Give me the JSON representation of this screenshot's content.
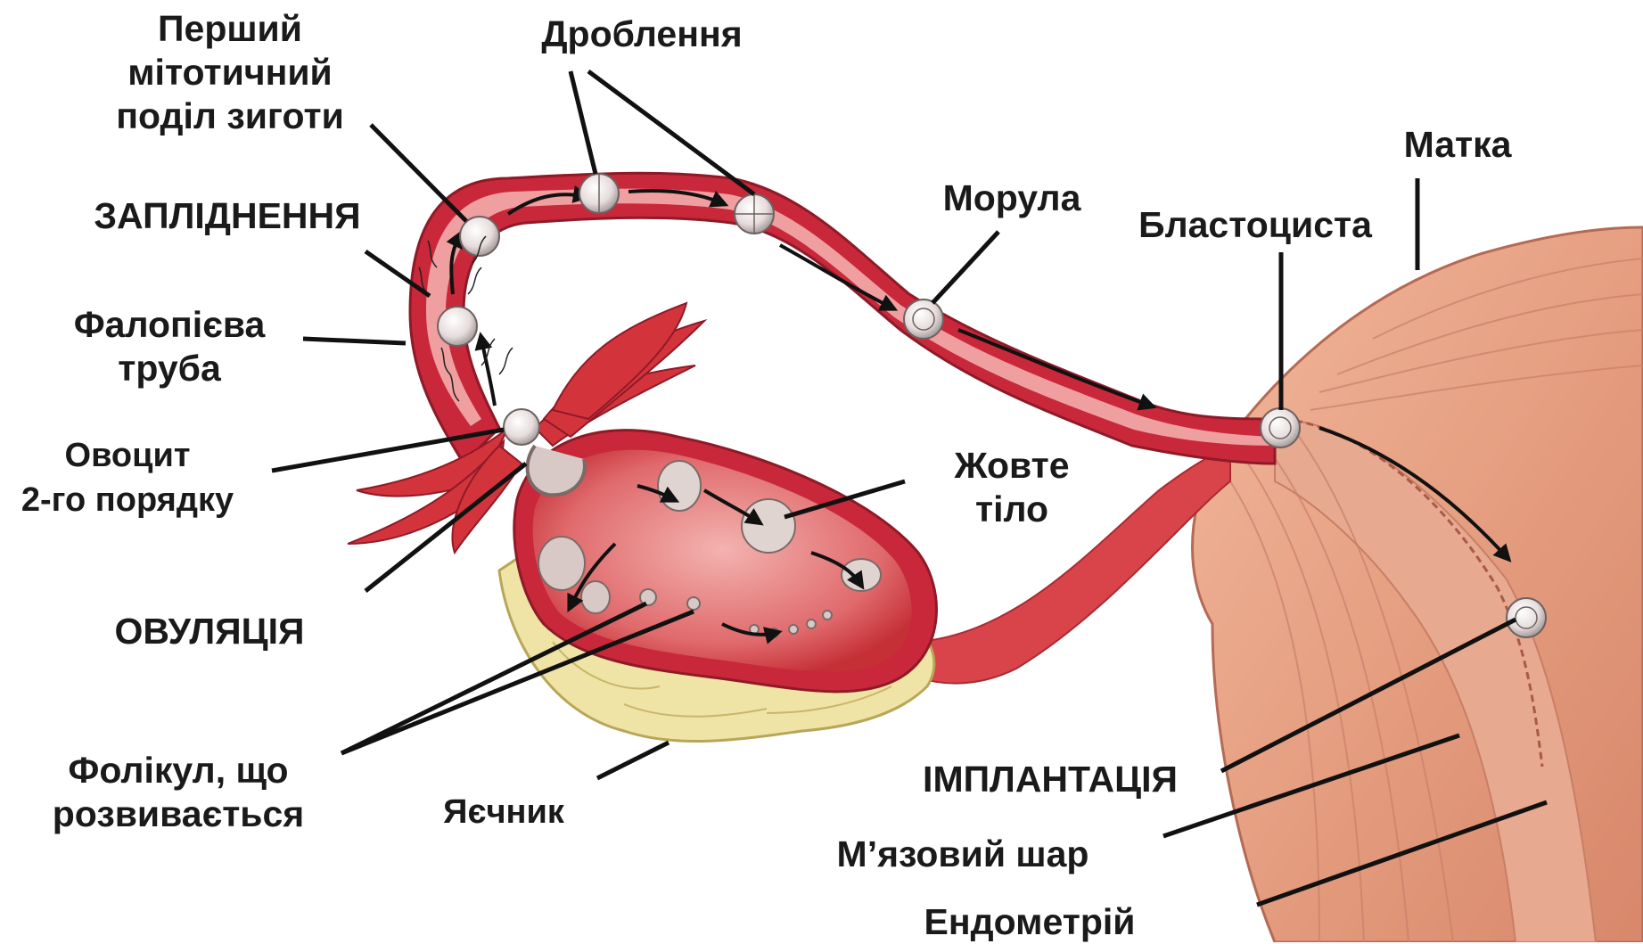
{
  "labels": {
    "first_division": [
      "Перший",
      "мітотичний",
      "поділ зиготи"
    ],
    "cleavage": "Дроблення",
    "fertilization": "ЗАПЛІДНЕННЯ",
    "fallopian_tube": [
      "Фалопієва",
      "труба"
    ],
    "oocyte": [
      "Овоцит",
      "2-го порядку"
    ],
    "ovulation": "ОВУЛЯЦІЯ",
    "developing_follicle": [
      "Фолікул, що",
      "розвивається"
    ],
    "ovary": "Яєчник",
    "morula": "Морула",
    "blastocyst": "Бластоциста",
    "uterus": "Матка",
    "corpus_luteum": [
      "Жовте",
      "тіло"
    ],
    "implantation": "ІМПЛАНТАЦІЯ",
    "muscle_layer": "М’язовий шар",
    "endometrium": "Ендометрій"
  },
  "colors": {
    "tube_outer": "#c8283a",
    "tube_inner": "#e88a8e",
    "uterus_muscle": "#e9a587",
    "uterus_dark": "#c9806a",
    "ovary_fat": "#efe3a6",
    "ovary_inner": "#d4393f",
    "leader_line": "#111111"
  }
}
